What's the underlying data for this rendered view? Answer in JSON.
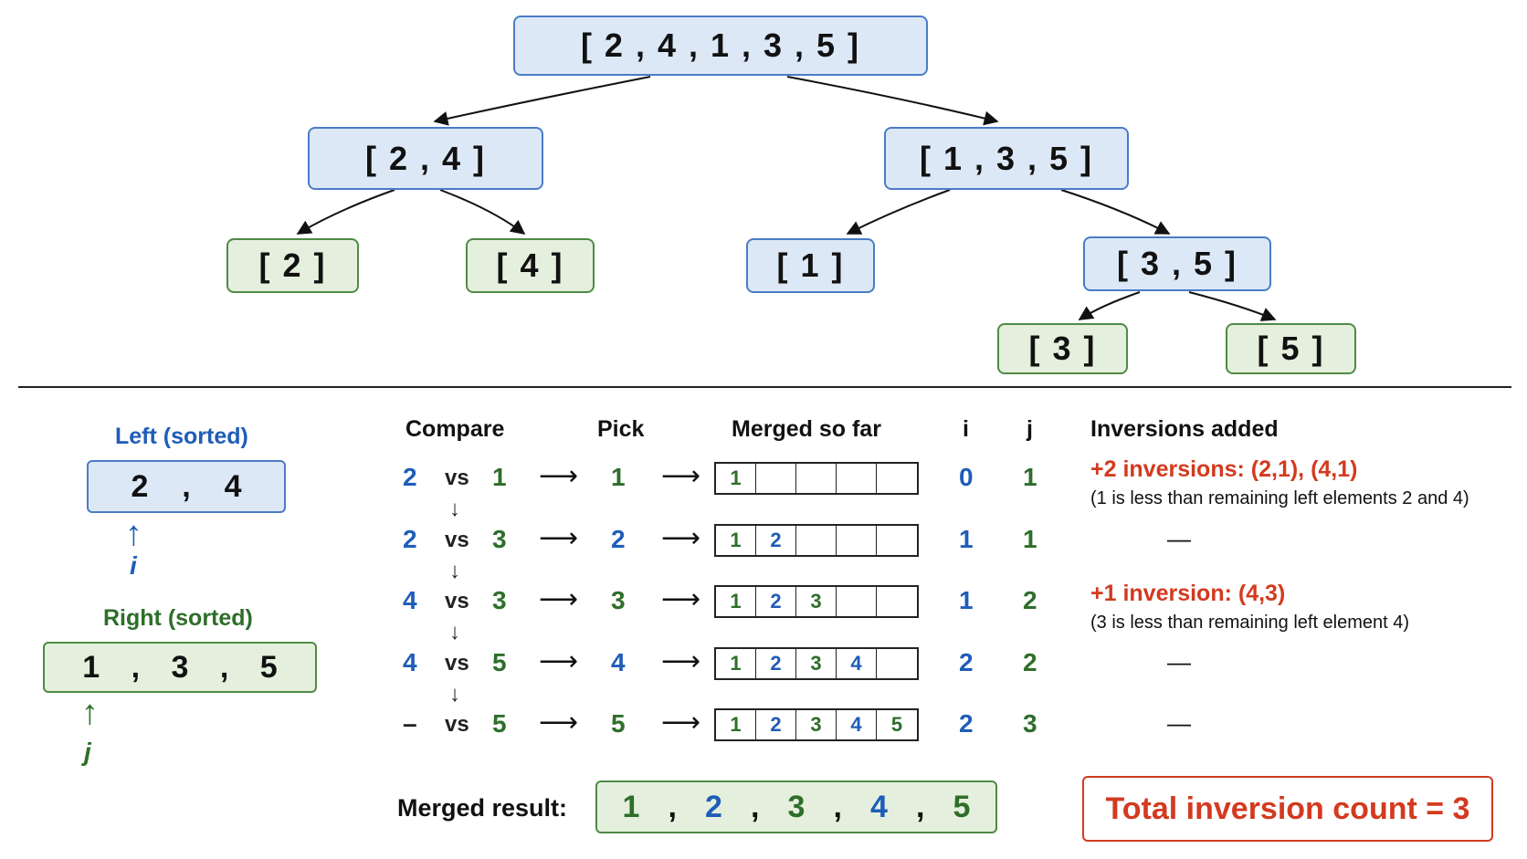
{
  "tree": {
    "root": "[ 2 , 4 , 1 , 3 , 5 ]",
    "left": "[ 2 , 4 ]",
    "right": "[ 1 , 3 , 5 ]",
    "ll": "[ 2 ]",
    "lr": "[ 4 ]",
    "rl": "[ 1 ]",
    "rr": "[ 3 , 5 ]",
    "rrl": "[ 3 ]",
    "rrr": "[ 5 ]"
  },
  "left_panel": {
    "left_label": "Left (sorted)",
    "left_values": [
      "2",
      ",",
      "4"
    ],
    "i_label": "i",
    "right_label": "Right (sorted)",
    "right_values": [
      "1",
      ",",
      "3",
      ",",
      "5"
    ],
    "j_label": "j"
  },
  "headers": {
    "compare": "Compare",
    "pick": "Pick",
    "merged": "Merged so far",
    "i": "i",
    "j": "j",
    "inversions": "Inversions added"
  },
  "steps": [
    {
      "a": "2",
      "vs": "vs",
      "b": "1",
      "pick": "1",
      "merged": [
        "1",
        "",
        "",
        "",
        ""
      ],
      "i": "0",
      "j": "1",
      "inv_title": "+2 inversions: (2,1), (4,1)",
      "inv_note": "(1 is less than remaining left elements 2 and 4)"
    },
    {
      "a": "2",
      "vs": "vs",
      "b": "3",
      "pick": "2",
      "merged": [
        "1",
        "2",
        "",
        "",
        ""
      ],
      "i": "1",
      "j": "1",
      "dash": "—"
    },
    {
      "a": "4",
      "vs": "vs",
      "b": "3",
      "pick": "3",
      "merged": [
        "1",
        "2",
        "3",
        "",
        ""
      ],
      "i": "1",
      "j": "2",
      "inv_title": "+1 inversion: (4,3)",
      "inv_note": "(3 is less than remaining left element 4)"
    },
    {
      "a": "4",
      "vs": "vs",
      "b": "5",
      "pick": "4",
      "merged": [
        "1",
        "2",
        "3",
        "4",
        ""
      ],
      "i": "2",
      "j": "2",
      "dash": "—"
    },
    {
      "a": "–",
      "vs": "vs",
      "b": "5",
      "pick": "5",
      "merged": [
        "1",
        "2",
        "3",
        "4",
        "5"
      ],
      "i": "2",
      "j": "3",
      "dash": "—"
    }
  ],
  "arrows": {
    "right": "⟶",
    "down": "↓",
    "up": "↑"
  },
  "merged_result": {
    "label": "Merged result:",
    "values": [
      "1",
      ",",
      "2",
      ",",
      "3",
      ",",
      "4",
      ",",
      "5"
    ]
  },
  "total": "Total inversion count = 3",
  "colors": {
    "blue": "#1f5db8",
    "green": "#2e6e2a",
    "red": "#d33a1f",
    "node_blue_fill": "#dde8f7",
    "node_green_fill": "#e4f0dd"
  }
}
